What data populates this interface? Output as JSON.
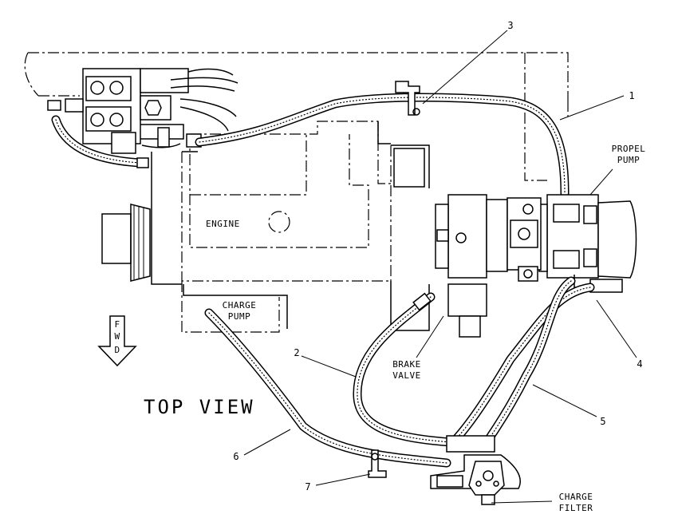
{
  "title": "TOP VIEW",
  "direction": {
    "letters": [
      "F",
      "W",
      "D"
    ]
  },
  "labels": {
    "engine": "ENGINE",
    "charge_pump": [
      "CHARGE",
      "PUMP"
    ],
    "propel_pump": [
      "PROPEL",
      "PUMP"
    ],
    "brake_valve": [
      "BRAKE",
      "VALVE"
    ],
    "charge_filter": [
      "CHARGE",
      "FILTER"
    ]
  },
  "callouts": [
    "1",
    "2",
    "3",
    "4",
    "5",
    "6",
    "7"
  ]
}
